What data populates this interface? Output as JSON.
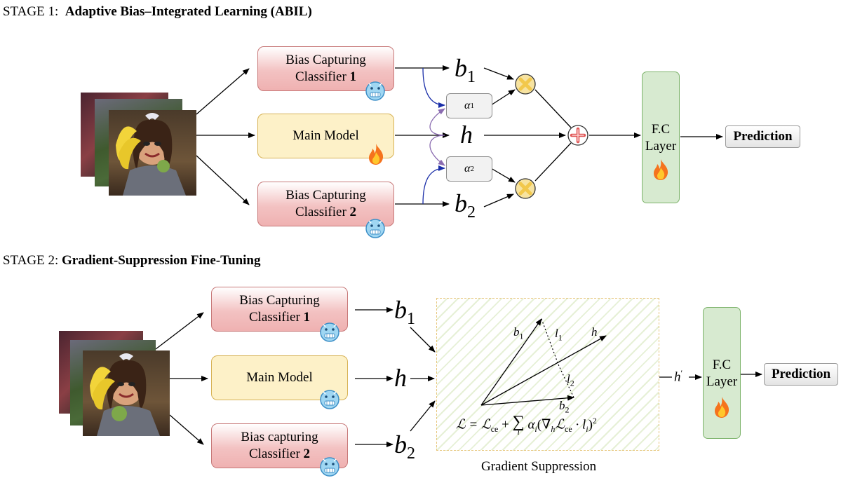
{
  "stage1": {
    "prefix": "STAGE 1:",
    "title": "Adaptive Bias–Integrated Learning (ABIL)",
    "bias1": {
      "line1": "Bias Capturing",
      "line2": "Classifier ",
      "num": "1"
    },
    "main": "Main Model",
    "bias2": {
      "line1": "Bias Capturing",
      "line2": "Classifier ",
      "num": "2"
    },
    "b1": "b",
    "b1_sub": "1",
    "h": "h",
    "b2": "b",
    "b2_sub": "2",
    "alpha1": "α",
    "alpha1_sub": "1",
    "alpha2": "α",
    "alpha2_sub": "2",
    "fc_line1": "F.C",
    "fc_line2": "Layer",
    "prediction": "Prediction"
  },
  "stage2": {
    "prefix": "STAGE 2:",
    "title": "Gradient-Suppression Fine-Tuning",
    "bias1": {
      "line1": "Bias Capturing",
      "line2": "Classifier ",
      "num": "1"
    },
    "main": "Main Model",
    "bias2": {
      "line1": "Bias  capturing",
      "line2": "Classifier ",
      "num": "2"
    },
    "b1": "b",
    "b1_sub": "1",
    "h": "h",
    "b2": "b",
    "b2_sub": "2",
    "gs_b1": "b",
    "gs_b1_sub": "1",
    "gs_l1": "l",
    "gs_l1_sub": "1",
    "gs_h": "h",
    "gs_l2": "l",
    "gs_l2_sub": "2",
    "gs_b2": "b",
    "gs_b2_sub": "2",
    "formula": "ℒ = ℒ",
    "formula_ce": "ce",
    "formula_plus": " + ",
    "formula_sum": "∑",
    "formula_i": "i",
    "formula_rest": "α",
    "formula_rest_sub": "i",
    "formula_paren": "(∇",
    "formula_grad_sub": "h",
    "formula_L": "ℒ",
    "formula_ce2": "ce",
    "formula_dot": " · l",
    "formula_li_sub": "i",
    "formula_close": ")",
    "formula_sq": "2",
    "gs_caption": "Gradient Suppression",
    "h_prime": "h",
    "h_prime_mark": "′",
    "fc_line1": "F.C",
    "fc_line2": "Layer",
    "prediction": "Prediction"
  },
  "icons": {
    "frozen": "frozen-face-icon",
    "fire": "fire-icon",
    "multiply": "multiply-circle-icon",
    "add": "add-circle-icon"
  },
  "colors": {
    "bias_box": "#f3c2c2",
    "main_box": "#fdf1c8",
    "fc_box": "#d7ead0",
    "arrow_blue": "#1a2ea8",
    "arrow_purple": "#8a6bb0",
    "circle_yellow": "#f5d985",
    "plus_red": "#e05555"
  }
}
